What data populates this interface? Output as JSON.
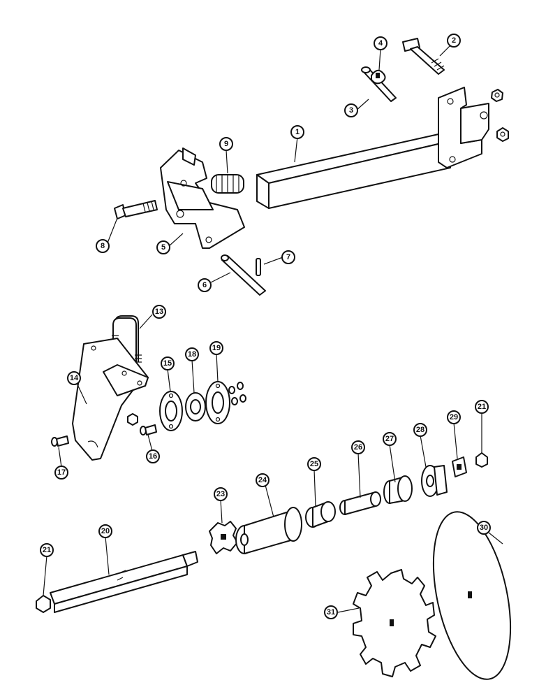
{
  "diagram": {
    "callouts": [
      {
        "id": "1",
        "label": "1"
      },
      {
        "id": "2",
        "label": "2"
      },
      {
        "id": "3",
        "label": "3"
      },
      {
        "id": "4",
        "label": "4"
      },
      {
        "id": "5",
        "label": "5"
      },
      {
        "id": "6",
        "label": "6"
      },
      {
        "id": "7",
        "label": "7"
      },
      {
        "id": "8",
        "label": "8"
      },
      {
        "id": "9",
        "label": "9"
      },
      {
        "id": "13",
        "label": "13"
      },
      {
        "id": "14",
        "label": "14"
      },
      {
        "id": "15",
        "label": "15"
      },
      {
        "id": "16",
        "label": "16"
      },
      {
        "id": "17",
        "label": "17"
      },
      {
        "id": "18",
        "label": "18"
      },
      {
        "id": "19",
        "label": "19"
      },
      {
        "id": "20",
        "label": "20"
      },
      {
        "id": "21a",
        "label": "21"
      },
      {
        "id": "21b",
        "label": "21"
      },
      {
        "id": "23",
        "label": "23"
      },
      {
        "id": "24",
        "label": "24"
      },
      {
        "id": "25",
        "label": "25"
      },
      {
        "id": "26",
        "label": "26"
      },
      {
        "id": "27",
        "label": "27"
      },
      {
        "id": "28",
        "label": "28"
      },
      {
        "id": "29",
        "label": "29"
      },
      {
        "id": "30",
        "label": "30"
      },
      {
        "id": "31",
        "label": "31"
      }
    ]
  }
}
